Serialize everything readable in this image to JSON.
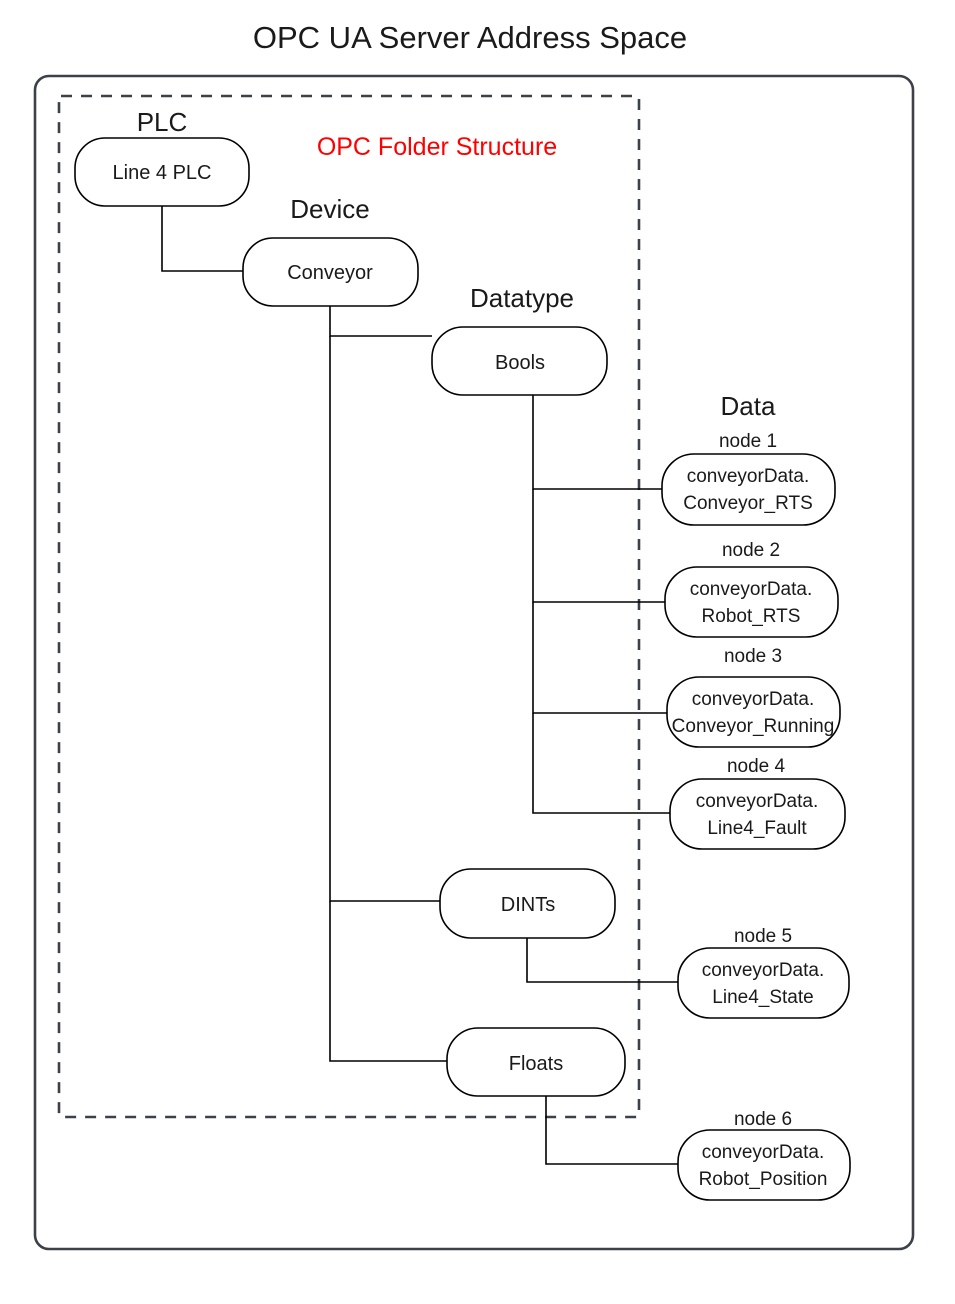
{
  "diagram": {
    "title": "OPC UA Server Address Space",
    "annotation": "OPC Folder Structure",
    "group_labels": {
      "plc": "PLC",
      "device": "Device",
      "datatype": "Datatype",
      "data": "Data"
    },
    "nodes": {
      "plc": {
        "label": "Line 4 PLC"
      },
      "device": {
        "label": "Conveyor"
      },
      "bools": {
        "label": "Bools"
      },
      "dints": {
        "label": "DINTs"
      },
      "floats": {
        "label": "Floats"
      }
    },
    "data_nodes": [
      {
        "caption": "node 1",
        "line1": "conveyorData.",
        "line2": "Conveyor_RTS"
      },
      {
        "caption": "node 2",
        "line1": "conveyorData.",
        "line2": "Robot_RTS"
      },
      {
        "caption": "node 3",
        "line1": "conveyorData.",
        "line2": "Conveyor_Running"
      },
      {
        "caption": "node 4",
        "line1": "conveyorData.",
        "line2": "Line4_Fault"
      },
      {
        "caption": "node 5",
        "line1": "conveyorData.",
        "line2": "Line4_State"
      },
      {
        "caption": "node 6",
        "line1": "conveyorData.",
        "line2": "Robot_Position"
      }
    ],
    "colors": {
      "annotation": "#ff0000",
      "frame": "#3c4049",
      "node_stroke": "#000000",
      "text": "#1a1a1a"
    }
  }
}
